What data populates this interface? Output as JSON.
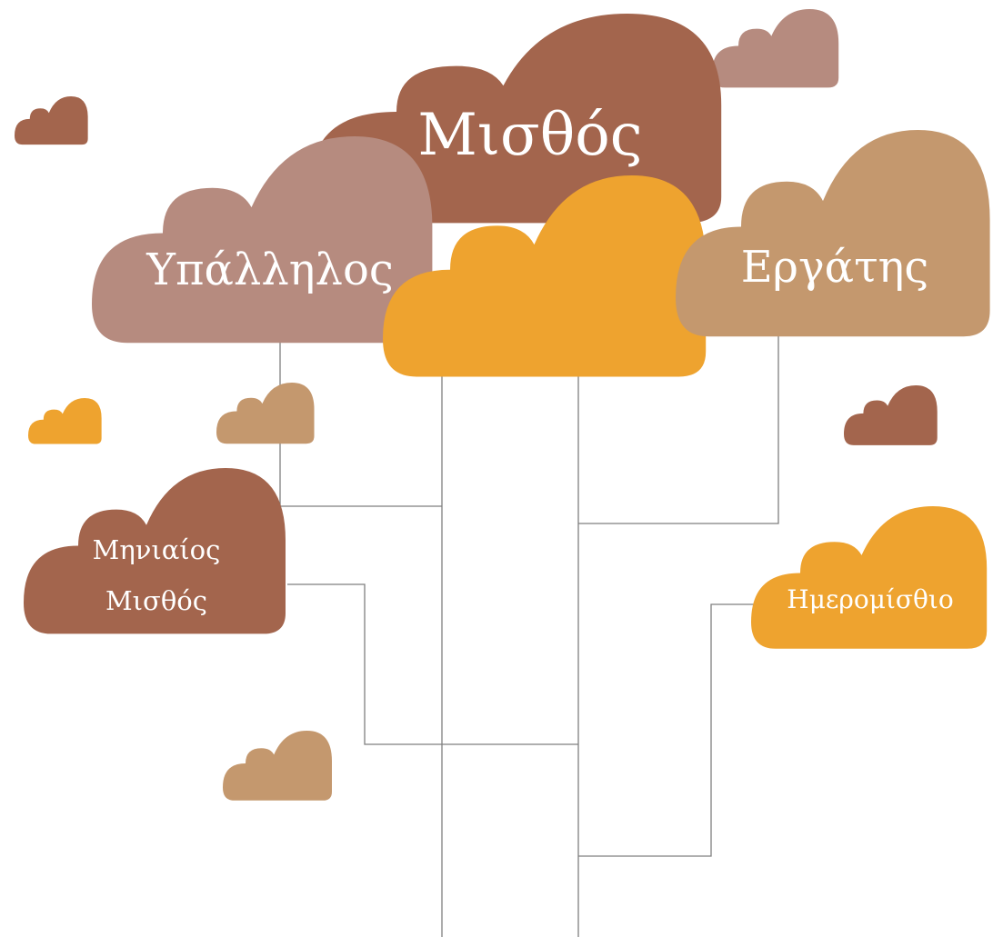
{
  "diagram": {
    "nodes": {
      "salary": {
        "label": "Μισθός",
        "color": "#a3654d"
      },
      "employee": {
        "label": "Υπάλληλος",
        "color": "#b68b7f"
      },
      "worker": {
        "label": "Εργάτης",
        "color": "#c4986e"
      },
      "monthly_salary": {
        "label_line1": "Μηνιαίος",
        "label_line2": "Μισθός",
        "color": "#a3654d"
      },
      "daily_wage": {
        "label": "Ημερομίσθιο",
        "color": "#eea32f"
      }
    },
    "accent_color": "#eea32f",
    "connector_color": "#7f7f7f"
  }
}
